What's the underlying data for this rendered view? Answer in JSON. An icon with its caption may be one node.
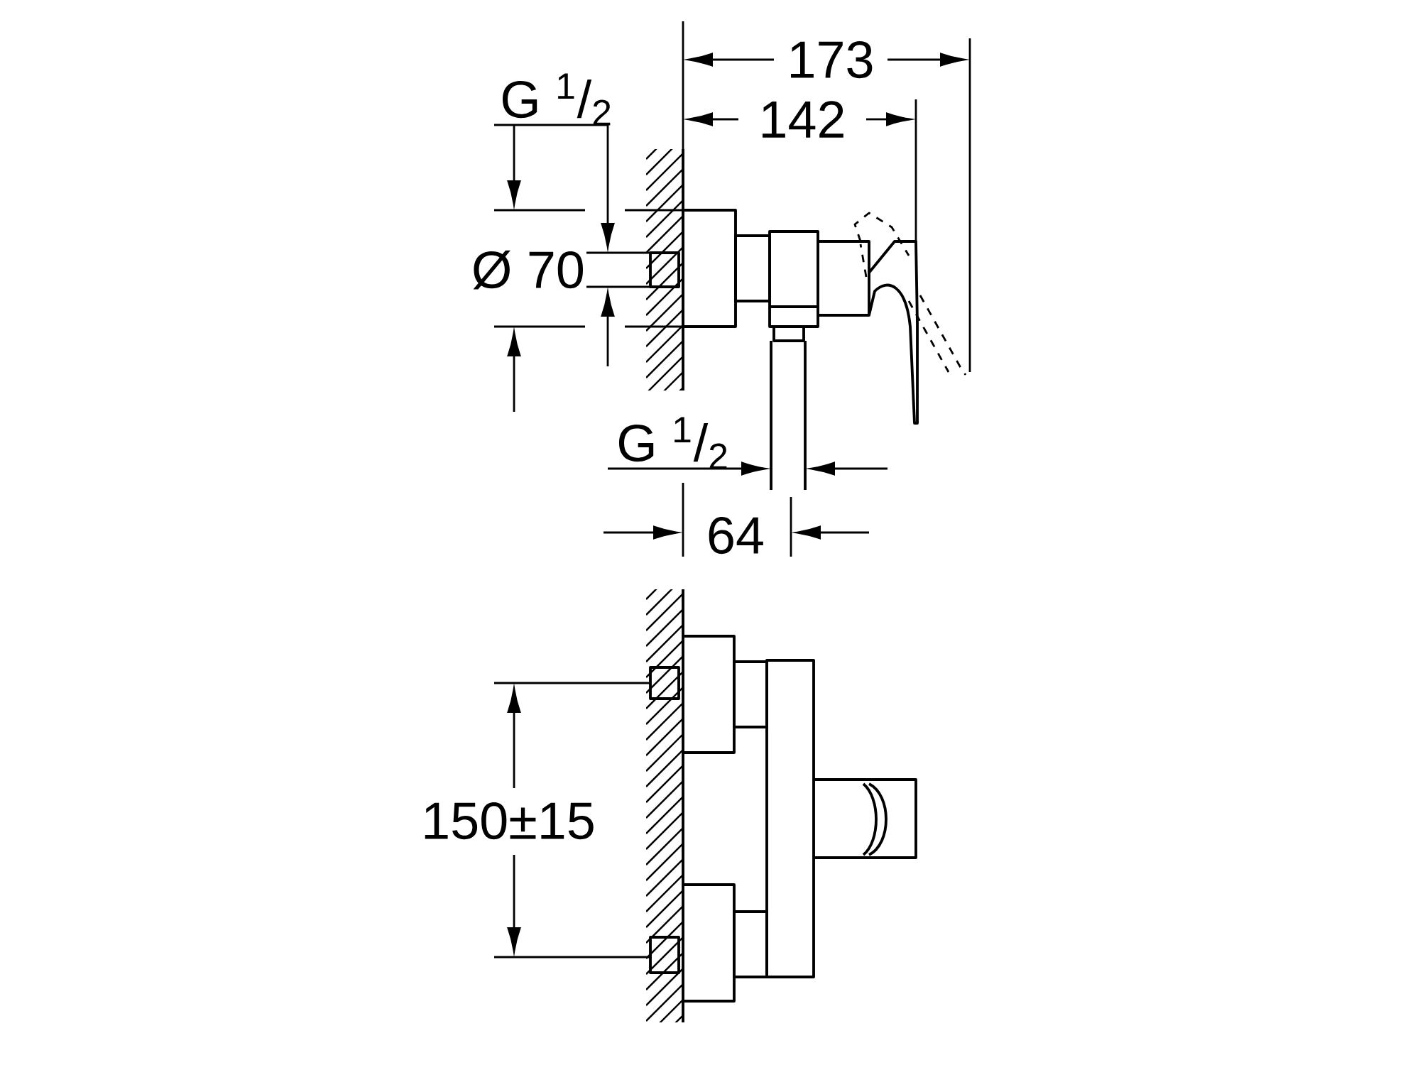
{
  "diagram": {
    "labels": [
      "173",
      "142",
      "G $^{1}$/$_{2}$",
      "Ø 70",
      "G $^{1}$/$_{2}$",
      "64",
      "150±15"
    ]
  }
}
